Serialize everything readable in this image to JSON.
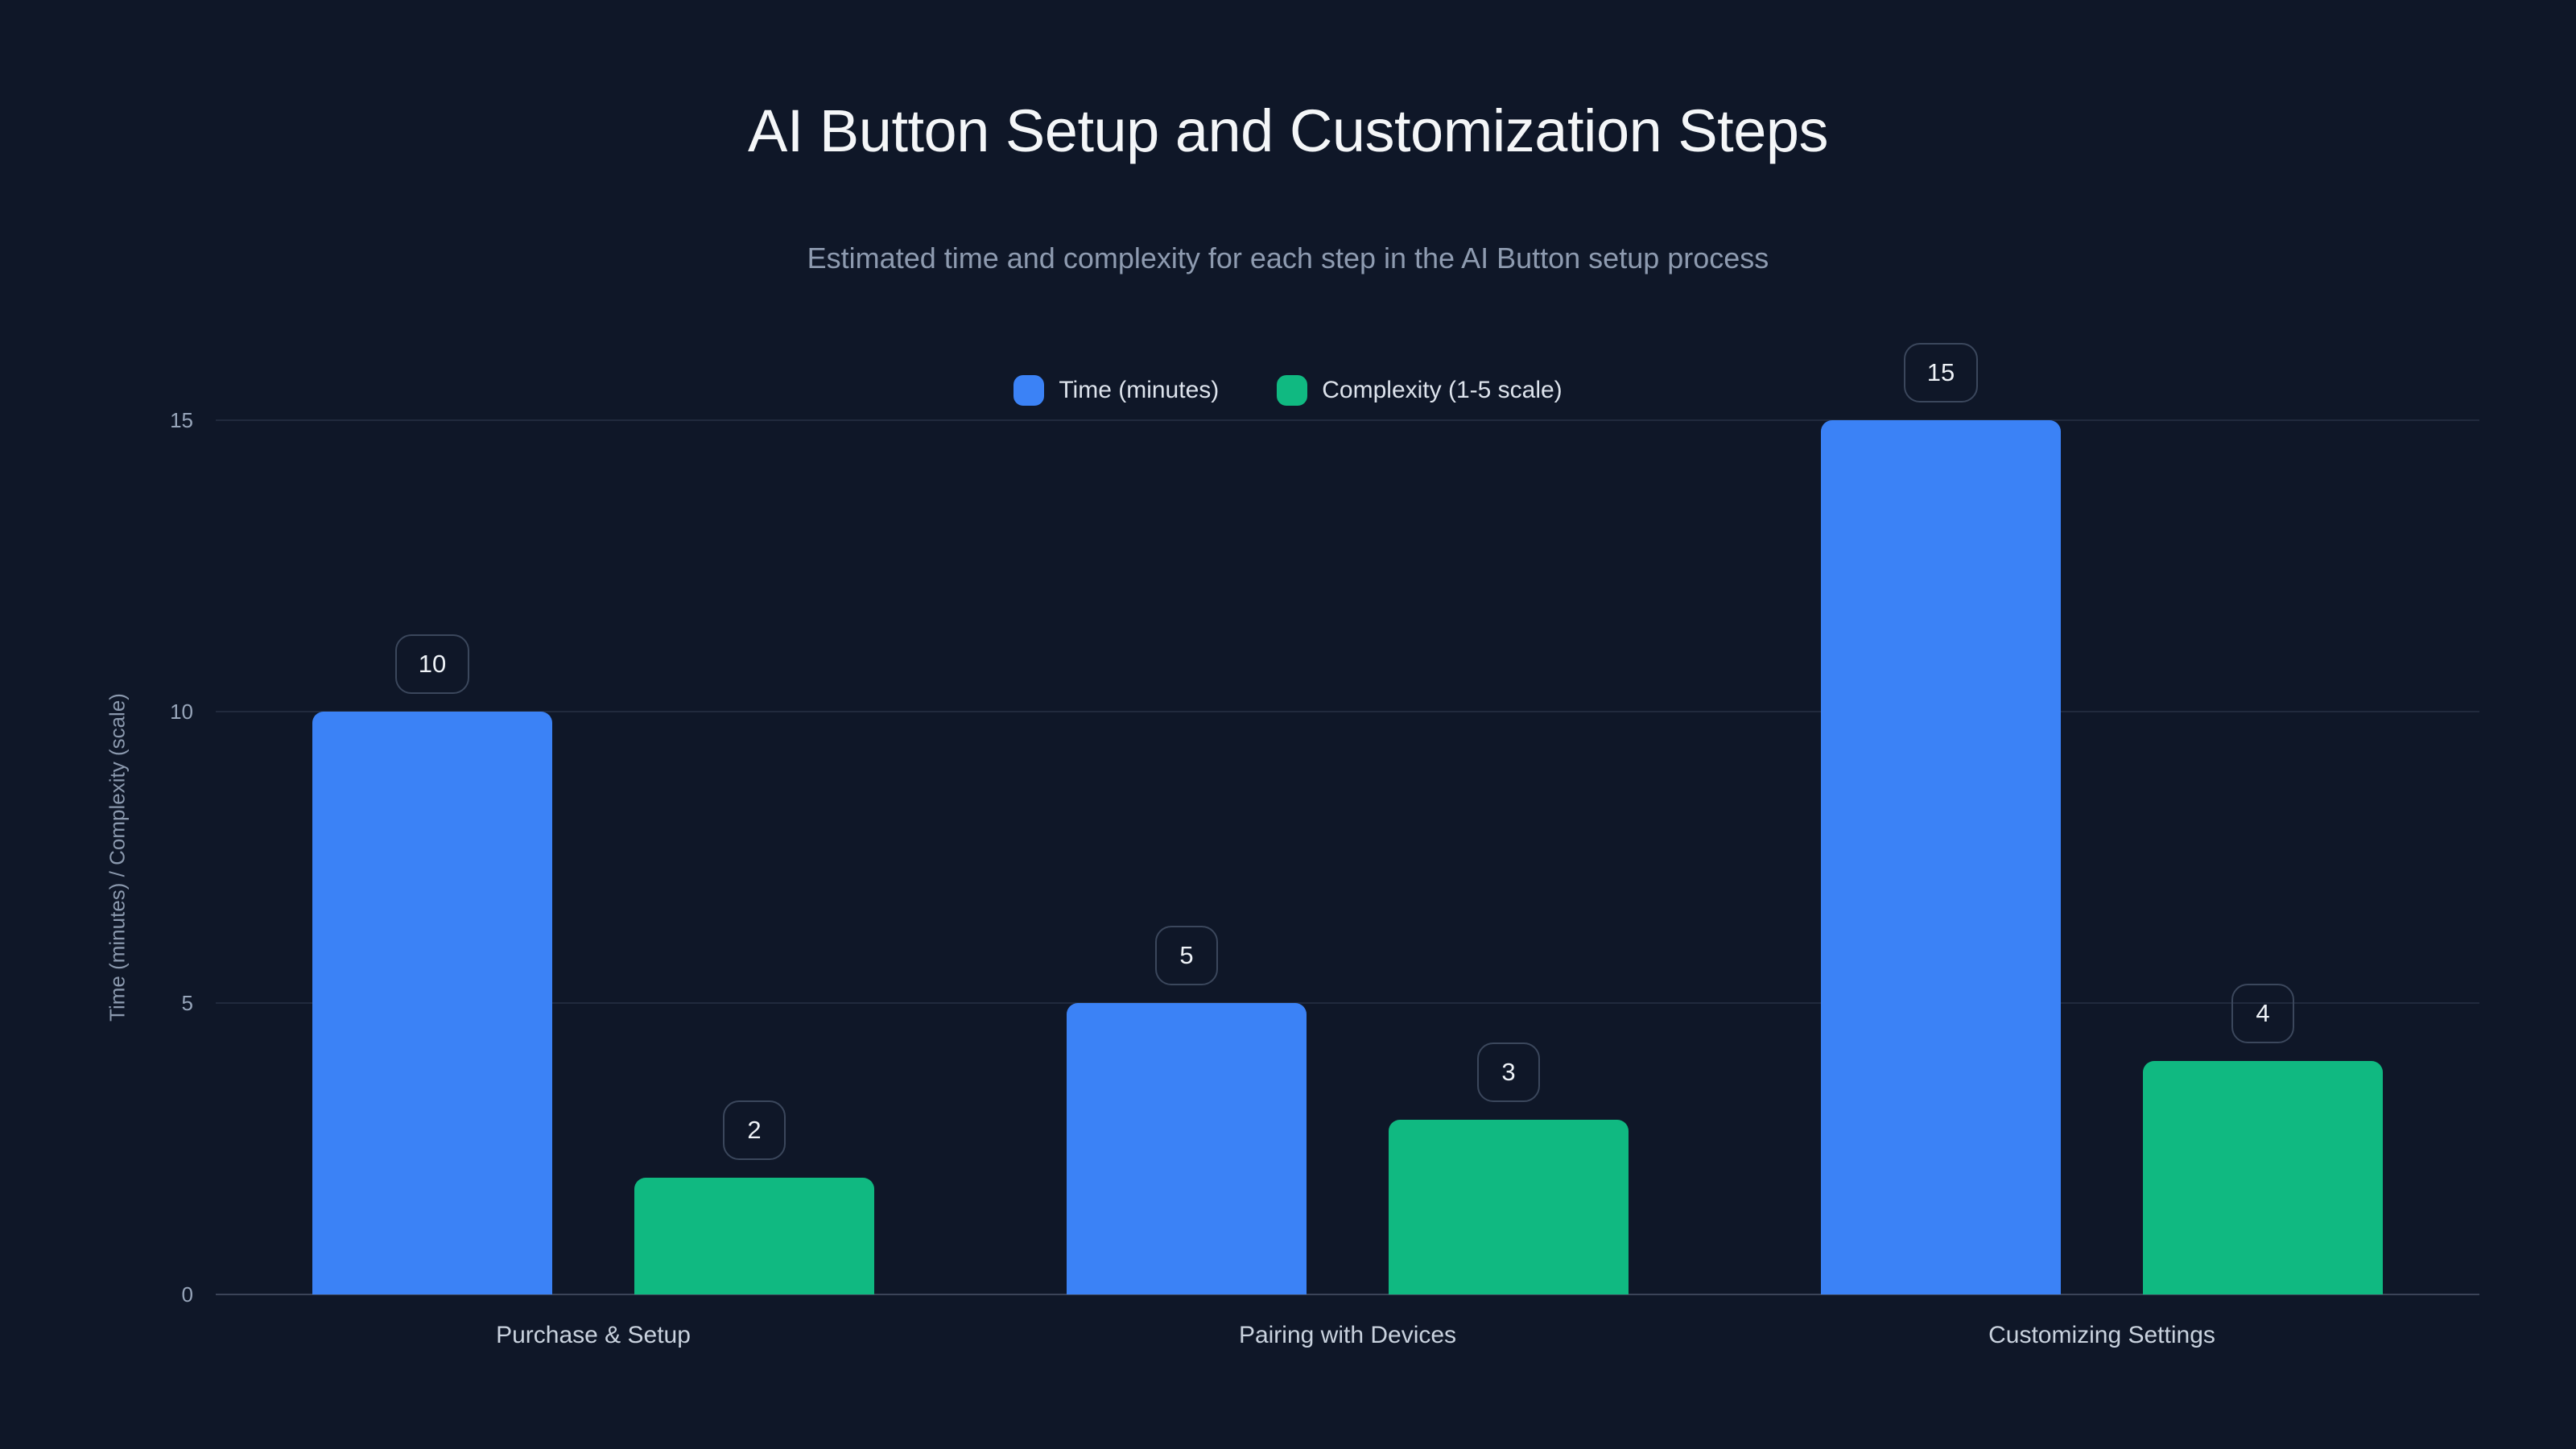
{
  "header": {
    "title": "AI Button Setup and Customization Steps",
    "subtitle": "Estimated time and complexity for each step in the AI Button setup process"
  },
  "chart_data": {
    "type": "bar",
    "categories": [
      "Purchase & Setup",
      "Pairing with Devices",
      "Customizing Settings"
    ],
    "series": [
      {
        "name": "Time (minutes)",
        "color": "#3b82f6",
        "values": [
          10,
          5,
          15
        ]
      },
      {
        "name": "Complexity (1-5 scale)",
        "color": "#10b981",
        "values": [
          2,
          3,
          4
        ]
      }
    ],
    "ylabel": "Time (minutes) / Complexity (scale)",
    "yticks": [
      0,
      5,
      10,
      15
    ],
    "ylim": [
      0,
      15
    ],
    "grid": true,
    "legend_position": "top",
    "value_labels": true,
    "bar_value_labels": [
      [
        10,
        5,
        15
      ],
      [
        2,
        3,
        4
      ]
    ]
  },
  "colors": {
    "background": "#0f1728",
    "series_blue": "#3b82f6",
    "series_green": "#10b981",
    "title_text": "#f4f6f8",
    "subtitle_text": "#8e9bb0",
    "axis_text": "#97a5ba",
    "category_text": "#c9d2de",
    "legend_text": "#dde3ec",
    "grid_line": "rgba(151,166,189,0.14)",
    "axis_line": "rgba(151,166,189,0.32)",
    "badge_border": "#3b475c",
    "badge_text": "#eef2f7"
  }
}
